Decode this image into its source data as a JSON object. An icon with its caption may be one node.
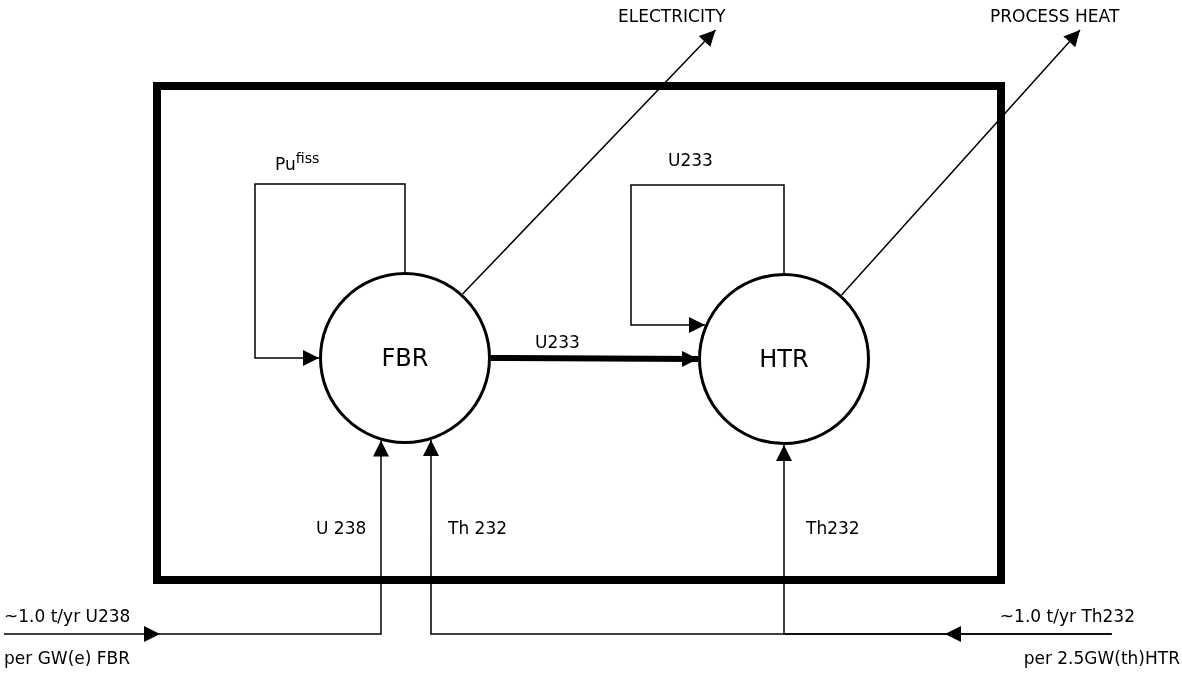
{
  "diagram": {
    "nodes": [
      {
        "text": [],
        "shape": "box"
      },
      {
        "text": [
          "FBR"
        ],
        "in": 0
      },
      {
        "text": [
          "HTR"
        ],
        "in": 0
      },
      {
        "text": [
          "ELECTRICITY"
        ]
      },
      {
        "text": [
          "PROCESS HEAT"
        ]
      },
      {
        "text": [
          "~1.0 t/yr U238",
          "per GW(e) FBR"
        ]
      },
      {
        "text": [
          "~1.0 t/yr Th232",
          "per 2.5GW(th)HTR"
        ]
      }
    ],
    "edges": [
      {
        "from": 1,
        "to": 1,
        "arrow": "to",
        "label": "Pu$^{fiss}$"
      },
      {
        "from": 1,
        "to": 3,
        "arrow": "to"
      },
      {
        "from": 1,
        "to": 2,
        "arrow": "to",
        "label": "U233",
        "style": "thick"
      },
      {
        "from": 2,
        "to": 2,
        "arrow": "to",
        "label": "U233"
      },
      {
        "from": 2,
        "to": 4,
        "arrow": "to"
      },
      {
        "from": 5,
        "to": 1,
        "arrow": "to",
        "label": "U 238"
      },
      {
        "from": 6,
        "to": 1,
        "arrow": "to",
        "label": "Th 232"
      },
      {
        "from": 6,
        "to": 2,
        "arrow": "to",
        "label": "Th232"
      }
    ]
  }
}
